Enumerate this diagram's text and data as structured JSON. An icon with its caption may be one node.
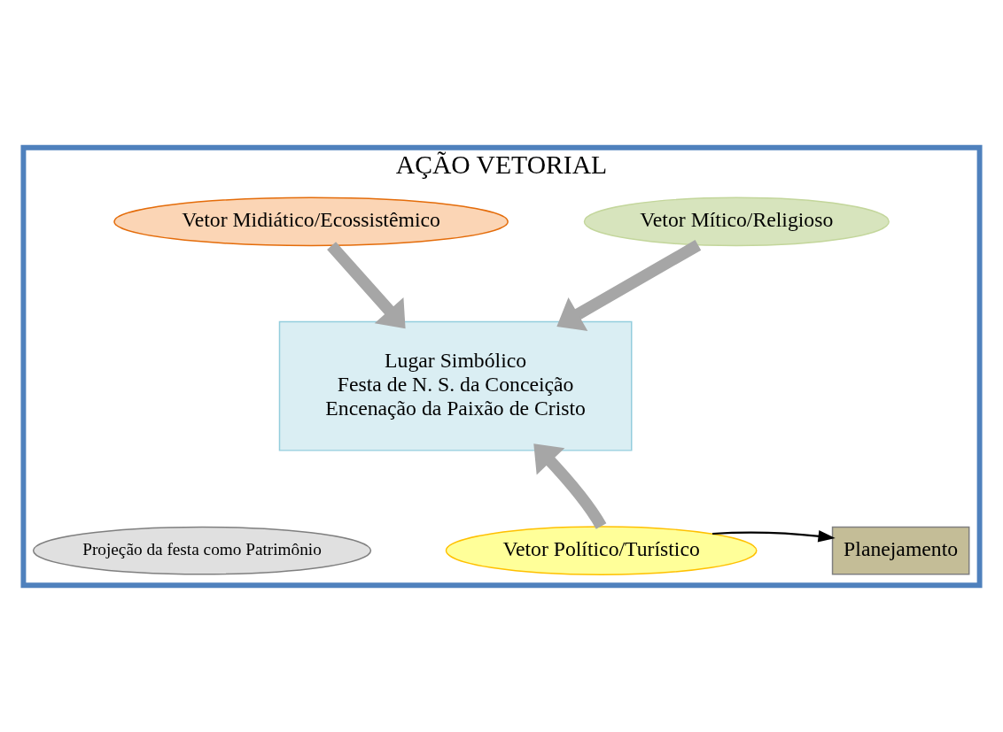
{
  "diagram": {
    "nodes": [
      {
        "text": [
          "AÇÃO VETORIAL"
        ]
      },
      {
        "text": [
          "Vetor Mítico/Religioso"
        ],
        "in": 0
      },
      {
        "text": [
          "Vetor Midiático/Ecossistêmico"
        ],
        "in": 0
      },
      {
        "text": [
          "Lugar Simbólico",
          "Festa de N. S. da Conceição",
          "Encenação da Paixão de Cristo"
        ],
        "in": 0
      },
      {
        "text": [
          "Projeção da festa como Patrimônio"
        ],
        "in": 0
      },
      {
        "text": [
          "Vetor Político/Turístico"
        ],
        "in": 0
      },
      {
        "text": [
          "Planejamento"
        ],
        "in": 0
      }
    ],
    "edges": [
      {
        "from": 1,
        "to": 3,
        "arrow": "to"
      },
      {
        "from": 2,
        "to": 3,
        "arrow": "to"
      },
      {
        "from": 5,
        "to": 3,
        "arrow": "to"
      },
      {
        "from": 5,
        "to": 6,
        "arrow": "to",
        "color": "#000000"
      }
    ]
  }
}
